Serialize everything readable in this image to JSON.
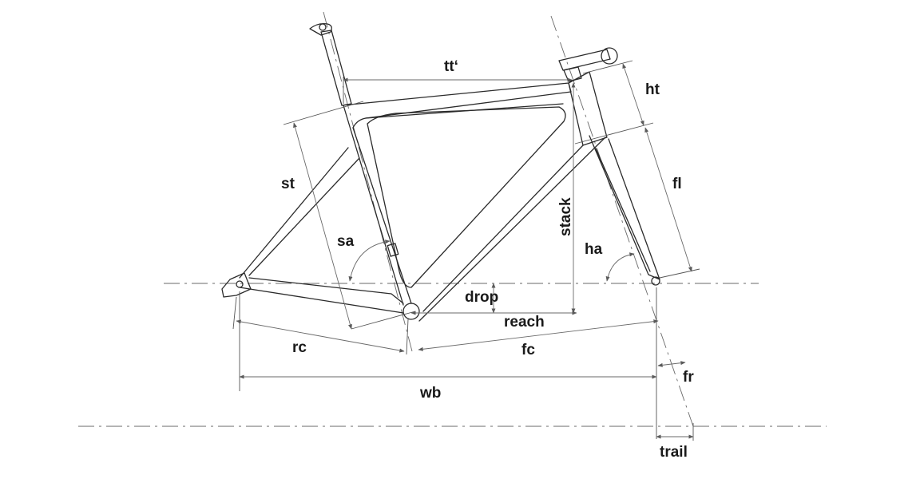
{
  "labels": {
    "tt": "tt‘",
    "ht": "ht",
    "st": "st",
    "fl": "fl",
    "stack": "stack",
    "sa": "sa",
    "ha": "ha",
    "drop": "drop",
    "reach": "reach",
    "rc": "rc",
    "fc": "fc",
    "wb": "wb",
    "fr": "fr",
    "trail": "trail"
  }
}
